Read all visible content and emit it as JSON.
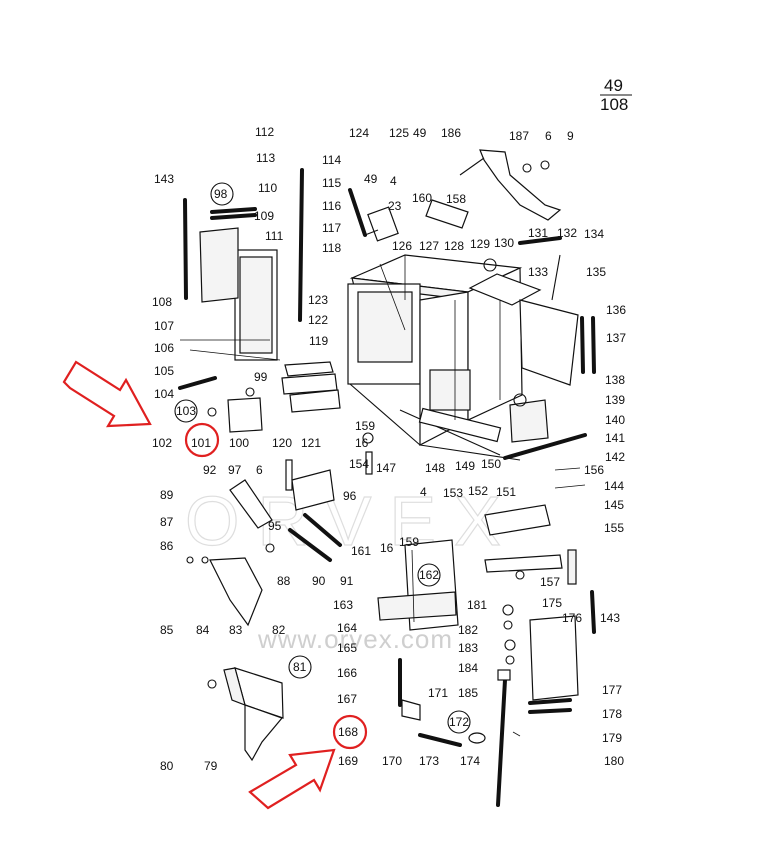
{
  "page_number": {
    "top": "49",
    "bottom": "108"
  },
  "watermark": {
    "brand": "ORVEX",
    "url": "www.orvex.com"
  },
  "colors": {
    "highlight": "#e02020",
    "ink": "#111111",
    "watermark": "#cfcfcf"
  },
  "group_labels": [
    "98",
    "103",
    "162",
    "81",
    "172"
  ],
  "highlighted": [
    "101",
    "168"
  ],
  "callouts": [
    "112",
    "113",
    "114",
    "115",
    "116",
    "117",
    "118",
    "124",
    "125",
    "49",
    "186",
    "187",
    "6",
    "9",
    "143",
    "110",
    "109",
    "111",
    "49",
    "4",
    "23",
    "160",
    "158",
    "126",
    "127",
    "128",
    "129",
    "130",
    "131",
    "132",
    "134",
    "133",
    "135",
    "108",
    "123",
    "122",
    "136",
    "137",
    "107",
    "119",
    "106",
    "105",
    "99",
    "104",
    "102",
    "101",
    "100",
    "120",
    "121",
    "159",
    "16",
    "154",
    "147",
    "148",
    "149",
    "150",
    "138",
    "139",
    "140",
    "141",
    "142",
    "92",
    "97",
    "6",
    "89",
    "96",
    "87",
    "95",
    "86",
    "88",
    "90",
    "91",
    "161",
    "16",
    "159",
    "4",
    "153",
    "152",
    "151",
    "156",
    "144",
    "145",
    "155",
    "85",
    "84",
    "83",
    "82",
    "157",
    "163",
    "164",
    "165",
    "166",
    "167",
    "171",
    "181",
    "182",
    "183",
    "184",
    "185",
    "175",
    "176",
    "143",
    "177",
    "178",
    "179",
    "80",
    "79",
    "168",
    "169",
    "170",
    "173",
    "174",
    "180"
  ]
}
